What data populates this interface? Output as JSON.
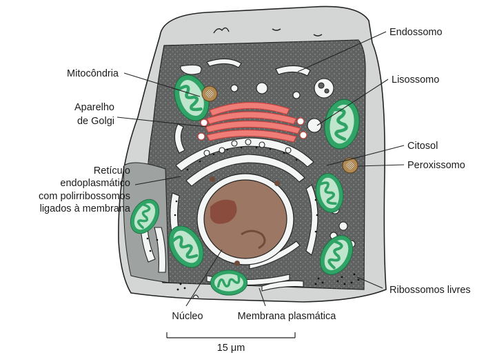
{
  "labels": {
    "endossomo": "Endossomo",
    "mitocondria": "Mitocôndria",
    "lisossomo": "Lisossomo",
    "golgi_1": "Aparelho",
    "golgi_2": "de Golgi",
    "citosol": "Citosol",
    "peroxissomo": "Peroxissomo",
    "reticulo_1": "Retículo",
    "reticulo_2": "endoplasmático",
    "reticulo_3": "com polirribossomos",
    "reticulo_4": "ligados à membrana",
    "ribossomos": "Ribossomos livres",
    "nucleo": "Núcleo",
    "membrana": "Membrana plasmática"
  },
  "scale_bar": {
    "label": "15 μm"
  },
  "colors": {
    "cell_outer": "#d3d6d5",
    "cytosol": "#5f6261",
    "mitochondria": "#2fa466",
    "nucleus": "#9c7763",
    "nucleolus": "#8a4c3d",
    "golgi": "#ef7d78",
    "peroxisome": "#b38a52"
  }
}
